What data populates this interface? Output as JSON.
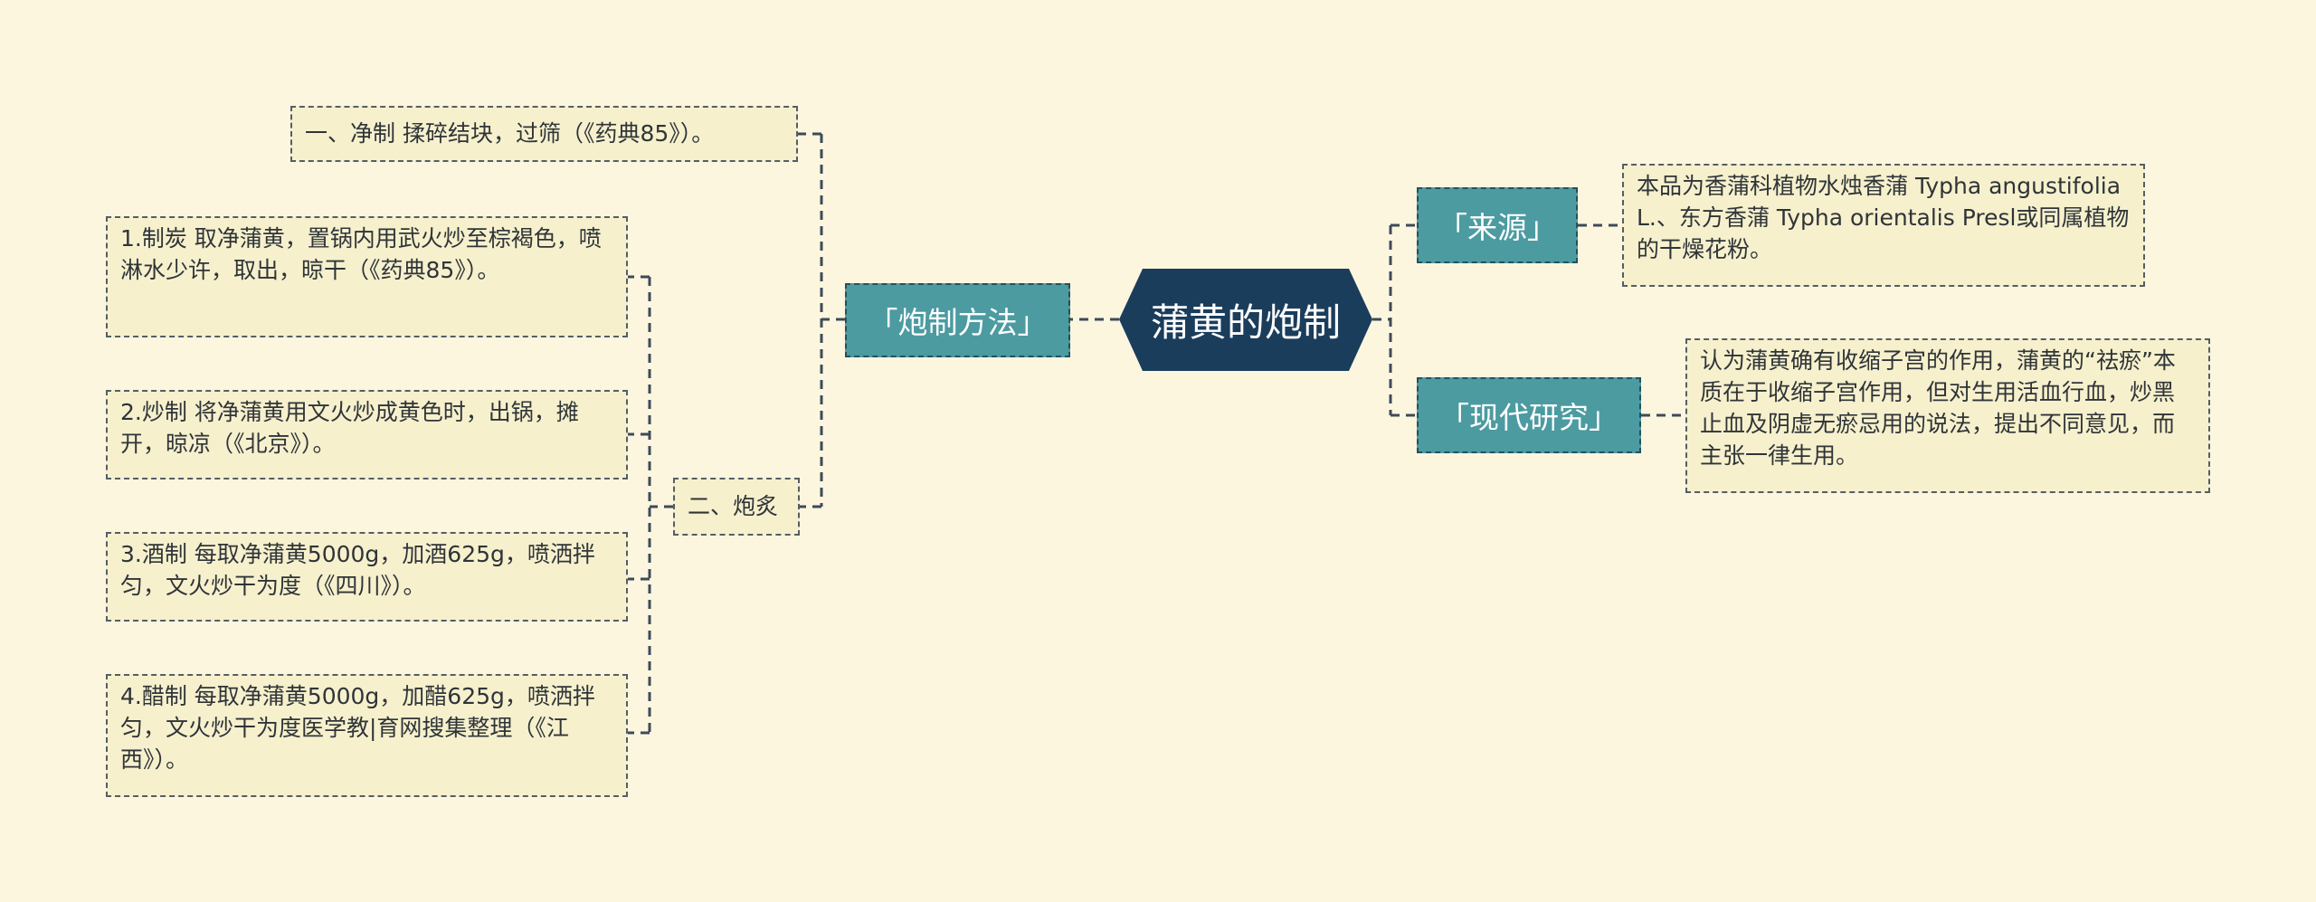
{
  "root": {
    "label": "蒲黄的炮制"
  },
  "branches": {
    "paozhi": {
      "label": "「炮制方法」",
      "jingzhi": "一、净制 揉碎结块，过筛（《药典85》）。",
      "paozhi_sub": {
        "label": "二、炮炙",
        "items": [
          "1.制炭 取净蒲黄，置锅内用武火炒至棕褐色，喷淋水少许，取出，晾干（《药典85》）。",
          "2.炒制 将净蒲黄用文火炒成黄色时，出锅，摊开，晾凉（《北京》）。",
          "3.酒制 每取净蒲黄5000g，加酒625g，喷洒拌匀，文火炒干为度（《四川》）。",
          "4.醋制 每取净蒲黄5000g，加醋625g，喷洒拌匀，文火炒干为度医学教|育网搜集整理（《江西》）。"
        ]
      }
    },
    "laiyuan": {
      "label": "「来源」",
      "text": "本品为香蒲科植物水烛香蒲 Typha angustifolia L.、东方香蒲 Typha orientalis Presl或同属植物的干燥花粉。"
    },
    "xiandai": {
      "label": "「现代研究」",
      "text": "认为蒲黄确有收缩子宫的作用，蒲黄的“祛瘀”本质在于收缩子宫作用，但对生用活血行血，炒黑止血及阴虚无瘀忌用的说法，提出不同意见，而主张一律生用。"
    }
  },
  "colors": {
    "background": "#fcf6df",
    "root": "#1b3d5c",
    "teal": "#4c9ba1",
    "leaf": "#f6f0cd",
    "connector": "#3e4a5a"
  }
}
